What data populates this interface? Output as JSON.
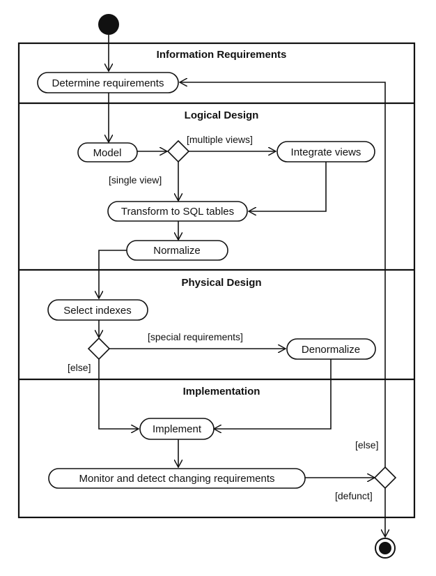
{
  "lanes": [
    {
      "title": "Information Requirements"
    },
    {
      "title": "Logical Design"
    },
    {
      "title": "Physical Design"
    },
    {
      "title": "Implementation"
    }
  ],
  "activities": {
    "determine": "Determine requirements",
    "model": "Model",
    "integrate": "Integrate views",
    "transform": "Transform to SQL tables",
    "normalize": "Normalize",
    "select_indexes": "Select indexes",
    "denormalize": "Denormalize",
    "implement": "Implement",
    "monitor": "Monitor and detect changing requirements"
  },
  "guards": {
    "multiple_views": "[multiple views]",
    "single_view": "[single view]",
    "special_requirements": "[special requirements]",
    "else_physical": "[else]",
    "else_monitor": "[else]",
    "defunct": "[defunct]"
  }
}
